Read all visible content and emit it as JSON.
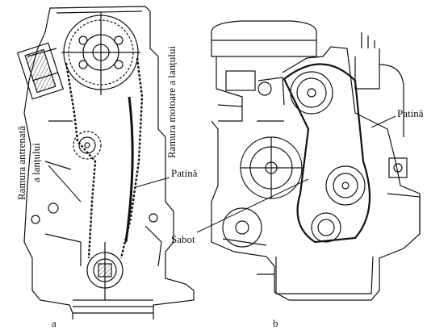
{
  "labels": {
    "left_chain_driven_line1": "Ramura antrenată",
    "left_chain_driven_line2": "a lanțului",
    "left_chain_driving": "Ramura motoare a lanțului",
    "left_patina": "Patină",
    "right_patina": "Patină",
    "right_sabot": "Sabot",
    "caption_a": "a",
    "caption_b": "b"
  },
  "colors": {
    "ink": "#111111",
    "background": "#ffffff"
  }
}
